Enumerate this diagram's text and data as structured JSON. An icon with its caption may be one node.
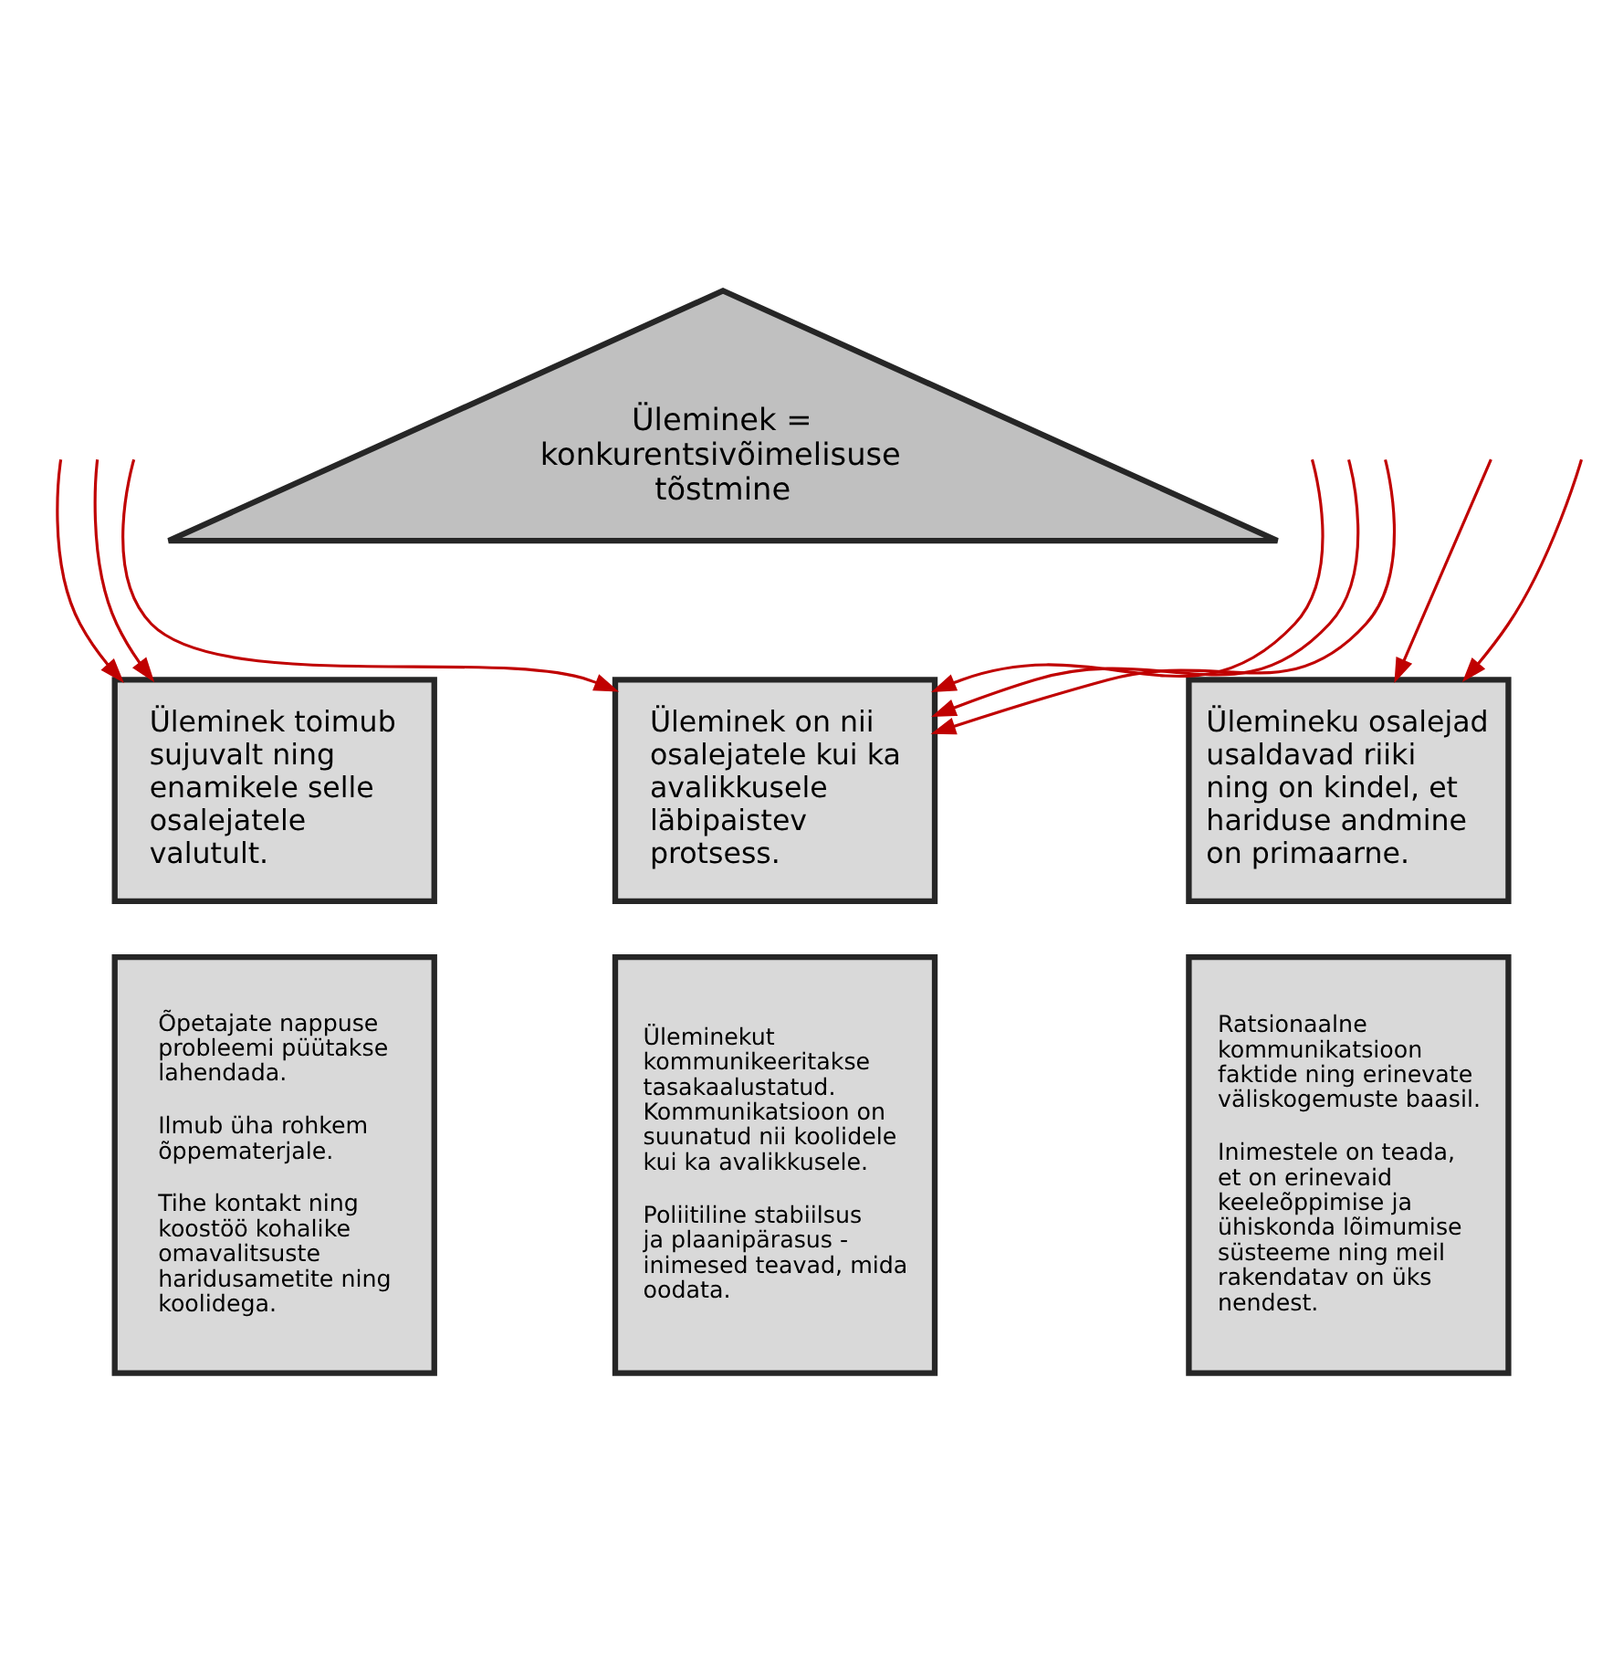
{
  "diagram": {
    "nodes": [
      {
        "text": [
          "Üleminek = konkurentsivõimelisuse tõstmine"
        ]
      },
      {
        "text": [
          "Üleminek toimub sujuvalt ning enamikele selle osalejatele valutult."
        ]
      },
      {
        "text": [
          "Üleminek on nii osalejatele kui ka avalikkusele läbipaistev protsess."
        ]
      },
      {
        "text": [
          "Ülemineku osalejad usaldavad riiki ning on kindel, et hariduse andmine on primaarne."
        ]
      },
      {
        "text": [
          "Õpetajate nappuse probleemi püütakse lahendada.",
          "Ilmub üha rohkem õppematerjale.",
          "Tihe kontakt ning koostöö kohalike omavalitsuste haridusametite ning koolidega."
        ]
      },
      {
        "text": [
          "Üleminekut kommunikeeritakse tasakaalustatud. Kommunikatsioon on suunatud nii koolidele kui ka avalikkusele.",
          "Poliitiline stabiilsus ja plaanipärasus - inimesed teavad, mida oodata."
        ]
      },
      {
        "text": [
          "Ratsionaalne kommunikatsioon faktide ning erinevate väliskogemuste baasil.",
          "Inimestele on teada, et on erinevaid keeleõppimise ja ühiskonda lõimumise süsteeme ning meil rakendatav on üks nendest."
        ]
      }
    ],
    "edges": [
      {
        "from": null,
        "to": 1,
        "arrow": "to"
      },
      {
        "from": null,
        "to": 1,
        "arrow": "to"
      },
      {
        "from": null,
        "to": 2,
        "arrow": "to"
      },
      {
        "from": null,
        "to": 2,
        "arrow": "to"
      },
      {
        "from": null,
        "to": 2,
        "arrow": "to"
      },
      {
        "from": null,
        "to": 2,
        "arrow": "to"
      },
      {
        "from": null,
        "to": 3,
        "arrow": "to"
      },
      {
        "from": null,
        "to": 3,
        "arrow": "to"
      }
    ]
  }
}
